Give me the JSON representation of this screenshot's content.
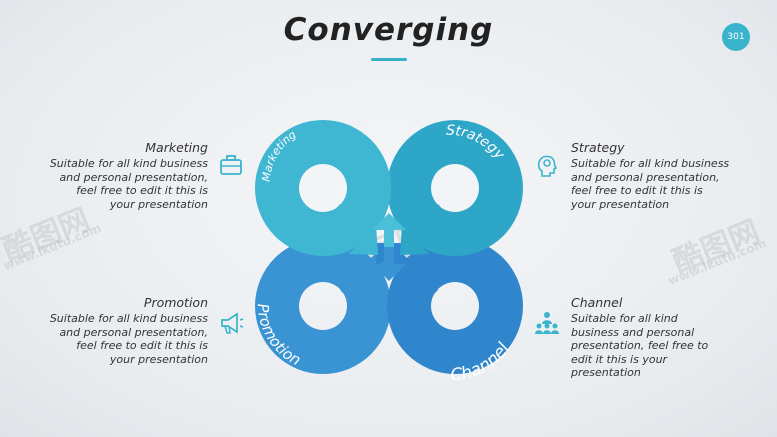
{
  "title": "Converging",
  "page_number": "301",
  "colors": {
    "teal_light": "#3fb6d2",
    "teal": "#2ea6c8",
    "blue": "#3a93d3",
    "blue_dark": "#2f86cc",
    "accent": "#3ab0c8",
    "icon": "#3ab4cc"
  },
  "segments": [
    {
      "label": "Marketing",
      "icon": "briefcase-icon"
    },
    {
      "label": "Strategy",
      "icon": "head-gear-icon"
    },
    {
      "label": "Promotion",
      "icon": "megaphone-icon"
    },
    {
      "label": "Channel",
      "icon": "people-network-icon"
    }
  ],
  "blocks": {
    "marketing": {
      "heading": "Marketing",
      "lines": [
        "Suitable for all kind business",
        "and personal presentation,",
        "feel free to edit it this is",
        "your presentation"
      ]
    },
    "strategy": {
      "heading": "Strategy",
      "lines": [
        "Suitable for all kind business",
        "and personal presentation,",
        "feel free to edit it this is",
        "your presentation"
      ]
    },
    "promotion": {
      "heading": "Promotion",
      "lines": [
        "Suitable for all kind business",
        "and personal presentation,",
        "feel free to edit it this is",
        "your presentation"
      ]
    },
    "channel": {
      "heading": "Channel",
      "lines": [
        "Suitable for all kind",
        "business and personal",
        "presentation, feel free to",
        "edit it this is your",
        "presentation"
      ]
    }
  },
  "watermark": {
    "brand": "酷图网",
    "url": "www.ikutu.com"
  }
}
